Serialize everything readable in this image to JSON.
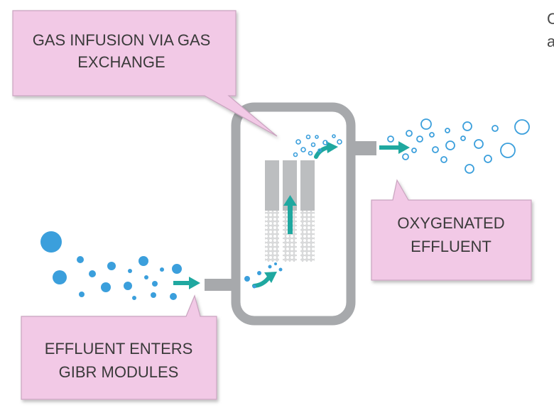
{
  "callouts": {
    "gas_infusion": {
      "line1": "GAS INFUSION VIA GAS",
      "line2": "EXCHANGE"
    },
    "oxygenated": {
      "line1": "OXYGENATED",
      "line2": "EFFLUENT"
    },
    "effluent_enters": {
      "line1": "EFFLUENT ENTERS",
      "line2": "GIBR MODULES"
    }
  },
  "edge_text": {
    "line1": "C",
    "line2": "a"
  },
  "colors": {
    "callout_fill": "#f2c9e6",
    "callout_border": "#c9a3bf",
    "tank_gray": "#a7a9ac",
    "arrow_teal": "#1fa8a0",
    "bubble_blue": "#3b9fdc",
    "module_gray": "#bcbec0"
  }
}
